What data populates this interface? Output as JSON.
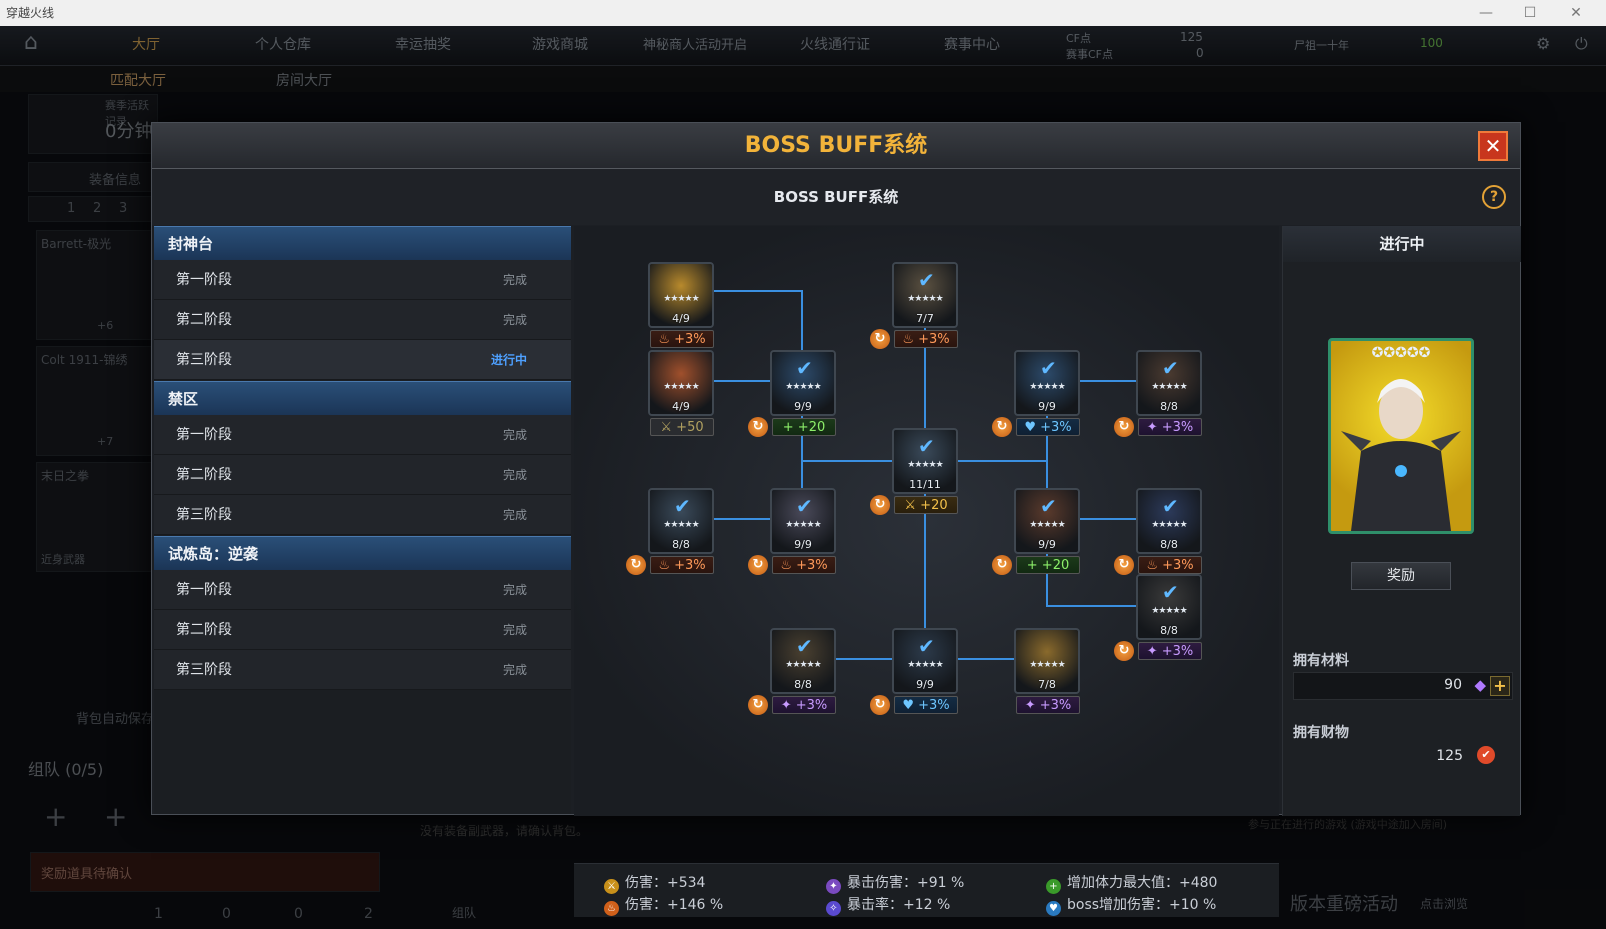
{
  "window": {
    "title": "穿越火线"
  },
  "topnav": {
    "items": [
      "大厅",
      "个人仓库",
      "幸运抽奖",
      "游戏商城",
      "神秘商人活动开启",
      "火线通行证",
      "赛事中心"
    ],
    "cf_label": "CF点",
    "cf_sub": "赛事CF点",
    "cf_value": "125",
    "cf_sub_value": "0",
    "user": "尸祖一十年",
    "level": "100"
  },
  "subnav": {
    "items": [
      "匹配大厅",
      "房间大厅"
    ]
  },
  "background": {
    "season_record": "赛季活跃记录",
    "minutes": "0分钟",
    "equip_info": "装备信息",
    "slots": [
      "1",
      "2",
      "3"
    ],
    "weapon1": "Barrett-极光",
    "weapon1_sub": "+6",
    "weapon2": "Colt 1911-锦绣",
    "weapon2_sub": "+7",
    "weapon3": "末日之拳",
    "near_weapon": "近身武器",
    "auto_bag": "背包自动保存",
    "team": "组队 (0/5)",
    "reward_pending": "奖励道具待确认",
    "version_event": "版本重磅活动",
    "click_browse": "点击浏览",
    "no_weapon_msg": "没有装备副武器，请确认背包。",
    "join_msg": "参与正在进行的游戏 (游戏中途加入房间)",
    "team_bottom": "组队",
    "bottom_counts": [
      "1",
      "0",
      "0",
      "2"
    ]
  },
  "modal": {
    "title": "BOSS BUFF系统",
    "subtitle": "BOSS BUFF系统",
    "close": "✕",
    "help": "?",
    "groups": [
      {
        "name": "封神台",
        "stages": [
          {
            "name": "第一阶段",
            "status": "完成"
          },
          {
            "name": "第二阶段",
            "status": "完成"
          },
          {
            "name": "第三阶段",
            "status": "进行中"
          }
        ]
      },
      {
        "name": "禁区",
        "stages": [
          {
            "name": "第一阶段",
            "status": "完成"
          },
          {
            "name": "第二阶段",
            "status": "完成"
          },
          {
            "name": "第三阶段",
            "status": "完成"
          }
        ]
      },
      {
        "name": "试炼岛：逆袭",
        "stages": [
          {
            "name": "第一阶段",
            "status": "完成"
          },
          {
            "name": "第二阶段",
            "status": "完成"
          },
          {
            "name": "第三阶段",
            "status": "完成"
          }
        ]
      }
    ],
    "nodes": [
      {
        "count": "4/9",
        "buff": "+3%",
        "kind": "fire",
        "checked": false,
        "refresh": false,
        "color": "#b88a2c"
      },
      {
        "count": "7/7",
        "buff": "+3%",
        "kind": "fire",
        "checked": true,
        "refresh": true,
        "color": "#5a5040"
      },
      {
        "count": "4/9",
        "buff": "+50",
        "kind": "gray",
        "checked": false,
        "refresh": false,
        "color": "#a0502c"
      },
      {
        "count": "9/9",
        "buff": "+20",
        "kind": "green",
        "checked": true,
        "refresh": true,
        "color": "#2c4a6a"
      },
      {
        "count": "9/9",
        "buff": "+3%",
        "kind": "blue",
        "checked": true,
        "refresh": true,
        "color": "#2c4a6a"
      },
      {
        "count": "8/8",
        "buff": "+3%",
        "kind": "purple",
        "checked": true,
        "refresh": true,
        "color": "#4a3a30"
      },
      {
        "count": "11/11",
        "buff": "+20",
        "kind": "yellow",
        "checked": true,
        "refresh": true,
        "color": "#3a4a5a"
      },
      {
        "count": "8/8",
        "buff": "+3%",
        "kind": "fire",
        "checked": true,
        "refresh": true,
        "color": "#3a4a5a"
      },
      {
        "count": "9/9",
        "buff": "+3%",
        "kind": "fire",
        "checked": true,
        "refresh": true,
        "color": "#4a4a5a"
      },
      {
        "count": "9/9",
        "buff": "+20",
        "kind": "green",
        "checked": true,
        "refresh": true,
        "color": "#5a3a2c"
      },
      {
        "count": "8/8",
        "buff": "+3%",
        "kind": "fire",
        "checked": true,
        "refresh": true,
        "color": "#2c3a5a"
      },
      {
        "count": "8/8",
        "buff": "+3%",
        "kind": "purple",
        "checked": true,
        "refresh": true,
        "color": "#3a3a3a"
      },
      {
        "count": "8/8",
        "buff": "+3%",
        "kind": "purple",
        "checked": true,
        "refresh": true,
        "color": "#4a4030"
      },
      {
        "count": "9/9",
        "buff": "+3%",
        "kind": "blue",
        "checked": true,
        "refresh": true,
        "color": "#2c3a4a"
      },
      {
        "count": "7/8",
        "buff": "+3%",
        "kind": "purple",
        "checked": false,
        "refresh": false,
        "color": "#8a6a2c"
      }
    ],
    "stats": [
      {
        "label": "伤害：+534",
        "icon": "sword-icon",
        "color": "#f2c04a"
      },
      {
        "label": "伤害：+146 %",
        "icon": "fire-icon",
        "color": "#ff8a3a"
      },
      {
        "label": "暴击伤害：+91 %",
        "icon": "star-burst-icon",
        "color": "#c89bff"
      },
      {
        "label": "暴击率：+12 %",
        "icon": "crit-icon",
        "color": "#a080ff"
      },
      {
        "label": "增加体力最大值：+480",
        "icon": "health-plus-icon",
        "color": "#8df06a"
      },
      {
        "label": "boss增加伤害：+10 %",
        "icon": "heart-wing-icon",
        "color": "#6ec6ff"
      }
    ],
    "right": {
      "header": "进行中",
      "reward": "奖励",
      "materials_label": "拥有材料",
      "materials_value": "90",
      "treasure_label": "拥有财物",
      "treasure_value": "125"
    }
  }
}
